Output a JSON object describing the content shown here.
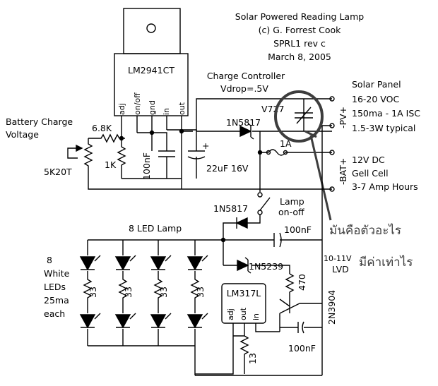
{
  "title": {
    "line1": "Solar Powered Reading Lamp",
    "line2": "(c) G. Forrest Cook",
    "line3": "SPRL1 rev c",
    "line4": "March 8, 2005"
  },
  "regulator": {
    "part": "LM2941CT",
    "pins": [
      "adj",
      "on/off",
      "gnd",
      "in",
      "out"
    ]
  },
  "charge_controller": {
    "label": "Charge Controller",
    "vdrop": "Vdrop=.5V"
  },
  "battery_charge": {
    "line1": "Battery Charge",
    "line2": "Voltage"
  },
  "components": {
    "r_6k8": "6.8K",
    "r_1k": "1K",
    "pot": "5K20T",
    "c_100nf_reg": "100nF",
    "c_22uf": "22uF 16V",
    "polarity_plus": "+",
    "d_1n5817_top": "1N5817",
    "fuse": "1A",
    "varistor": "V727",
    "d_1n5817_lamp": "1N5817",
    "c_100nf_lamp": "100nF",
    "zener": "1N5239",
    "r_470": "470",
    "transistor": "2N3904",
    "lm317": "LM317L",
    "lm317_pins": [
      "adj",
      "out",
      "in"
    ],
    "r_13": "13",
    "c_100nf_bottom": "100nF",
    "led_resistors": [
      "33",
      "33",
      "33",
      "33"
    ]
  },
  "solar_panel": {
    "title": "Solar Panel",
    "spec1": "16-20 VOC",
    "spec2": "150ma - 1A ISC",
    "spec3": "1.5-3W typical",
    "terminal": "-PV+"
  },
  "battery": {
    "spec1": "12V DC",
    "spec2": "Gell Cell",
    "spec3": "3-7 Amp Hours",
    "terminal": "-BAT+"
  },
  "lamp_switch": {
    "line1": "Lamp",
    "line2": "on-off"
  },
  "led_lamp": "8 LED Lamp",
  "leds": {
    "line1": "8",
    "line2": "White",
    "line3": "LEDs",
    "line4": "25ma",
    "line5": "each"
  },
  "lvd": {
    "line1": "10-11V",
    "line2": "LVD"
  },
  "annotation": {
    "line1": "มันคือตัวอะไร",
    "line2": "มีค่าเท่าไร",
    "color": "#3d3d3d"
  }
}
